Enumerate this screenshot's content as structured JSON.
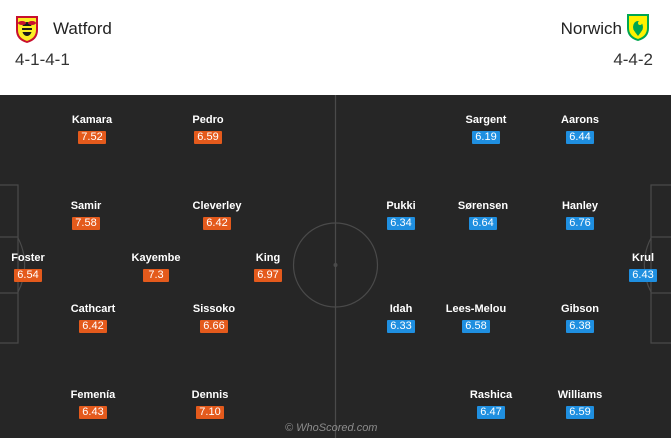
{
  "home": {
    "name": "Watford",
    "formation": "4-1-4-1",
    "crest_icon": "watford-hornet-crest-icon",
    "rating_color": "#e45a1c",
    "players": [
      {
        "name": "Kamara",
        "rating": "7.52"
      },
      {
        "name": "Pedro",
        "rating": "6.59"
      },
      {
        "name": "Samir",
        "rating": "7.58"
      },
      {
        "name": "Cleverley",
        "rating": "6.42"
      },
      {
        "name": "Foster",
        "rating": "6.54"
      },
      {
        "name": "Kayembe",
        "rating": "7.3"
      },
      {
        "name": "King",
        "rating": "6.97"
      },
      {
        "name": "Cathcart",
        "rating": "6.42"
      },
      {
        "name": "Sissoko",
        "rating": "6.66"
      },
      {
        "name": "Femenía",
        "rating": "6.43"
      },
      {
        "name": "Dennis",
        "rating": "7.10"
      }
    ]
  },
  "away": {
    "name": "Norwich",
    "formation": "4-4-2",
    "crest_icon": "norwich-canary-crest-icon",
    "rating_color": "#1f8fe0",
    "players": [
      {
        "name": "Sargent",
        "rating": "6.19"
      },
      {
        "name": "Aarons",
        "rating": "6.44"
      },
      {
        "name": "Pukki",
        "rating": "6.34"
      },
      {
        "name": "Sørensen",
        "rating": "6.64"
      },
      {
        "name": "Hanley",
        "rating": "6.76"
      },
      {
        "name": "Krul",
        "rating": "6.43"
      },
      {
        "name": "Idah",
        "rating": "6.33"
      },
      {
        "name": "Lees-Melou",
        "rating": "6.58"
      },
      {
        "name": "Gibson",
        "rating": "6.38"
      },
      {
        "name": "Rashica",
        "rating": "6.47"
      },
      {
        "name": "Williams",
        "rating": "6.59"
      }
    ]
  },
  "watermark": "© WhoScored.com",
  "pitch_color": "#262626"
}
